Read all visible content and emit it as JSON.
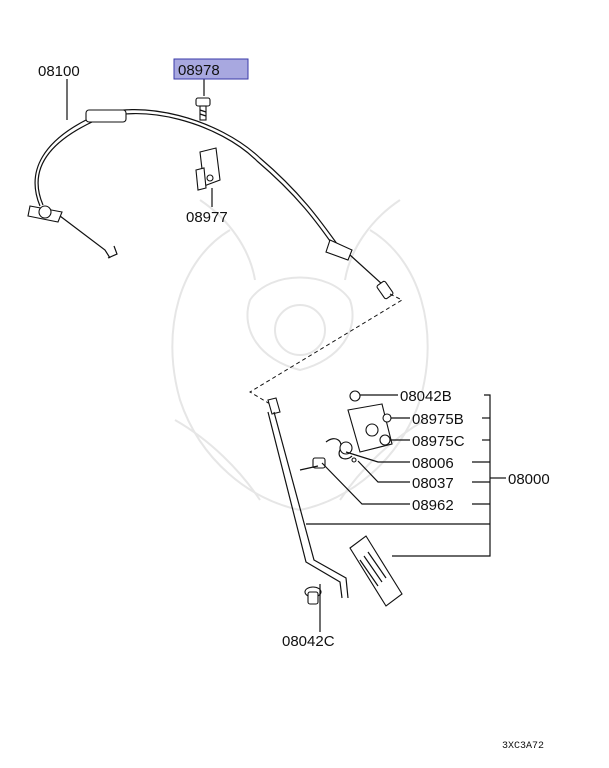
{
  "labels": {
    "p08100": "08100",
    "p08978": "08978",
    "p08977": "08977",
    "p08042B": "08042B",
    "p08975B": "08975B",
    "p08975C": "08975C",
    "p08006": "08006",
    "p08037": "08037",
    "p08962": "08962",
    "p08000": "08000",
    "p08042C": "08042C"
  },
  "highlight": {
    "part": "08978",
    "color": "#a8a8e0",
    "border": "#3a3aa8"
  },
  "diagram_code": "3XC3A72"
}
